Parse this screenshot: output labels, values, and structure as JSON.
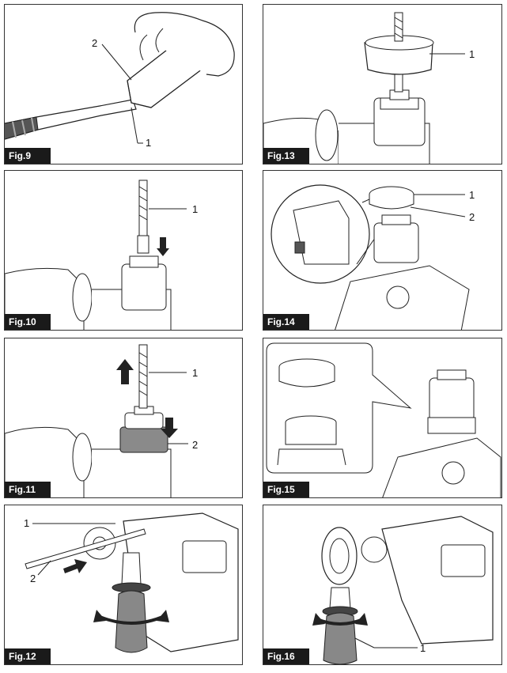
{
  "figures": [
    {
      "label": "Fig.9",
      "callouts": [
        "1",
        "2"
      ]
    },
    {
      "label": "Fig.13",
      "callouts": [
        "1"
      ]
    },
    {
      "label": "Fig.10",
      "callouts": [
        "1"
      ]
    },
    {
      "label": "Fig.14",
      "callouts": [
        "1",
        "2"
      ]
    },
    {
      "label": "Fig.11",
      "callouts": [
        "1",
        "2"
      ]
    },
    {
      "label": "Fig.15",
      "callouts": []
    },
    {
      "label": "Fig.12",
      "callouts": [
        "1",
        "2"
      ]
    },
    {
      "label": "Fig.16",
      "callouts": [
        "1"
      ]
    }
  ]
}
